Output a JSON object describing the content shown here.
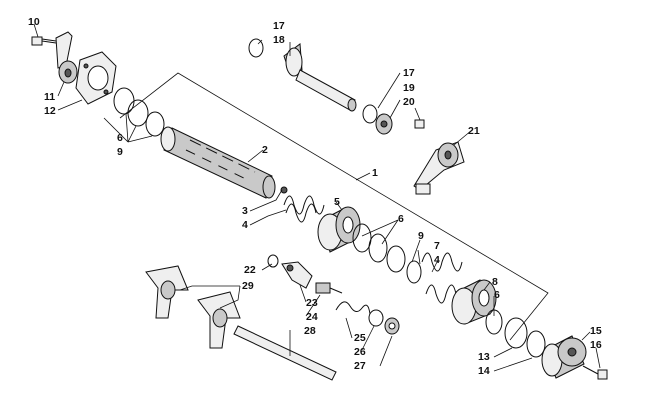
{
  "callouts": [
    {
      "id": "c10",
      "text": "10"
    },
    {
      "id": "c17a",
      "text": "17"
    },
    {
      "id": "c18",
      "text": "18"
    },
    {
      "id": "c17b",
      "text": "17"
    },
    {
      "id": "c19",
      "text": "19"
    },
    {
      "id": "c20",
      "text": "20"
    },
    {
      "id": "c21",
      "text": "21"
    },
    {
      "id": "c11",
      "text": "11"
    },
    {
      "id": "c12",
      "text": "12"
    },
    {
      "id": "c6a",
      "text": "6"
    },
    {
      "id": "c9a",
      "text": "9"
    },
    {
      "id": "c2",
      "text": "2"
    },
    {
      "id": "c1",
      "text": "1"
    },
    {
      "id": "c3",
      "text": "3"
    },
    {
      "id": "c4a",
      "text": "4"
    },
    {
      "id": "c5",
      "text": "5"
    },
    {
      "id": "c6b",
      "text": "6"
    },
    {
      "id": "c9b",
      "text": "9"
    },
    {
      "id": "c7",
      "text": "7"
    },
    {
      "id": "c4b",
      "text": "4"
    },
    {
      "id": "c8",
      "text": "8"
    },
    {
      "id": "c6c",
      "text": "6"
    },
    {
      "id": "c22",
      "text": "22"
    },
    {
      "id": "c29",
      "text": "29"
    },
    {
      "id": "c23",
      "text": "23"
    },
    {
      "id": "c24",
      "text": "24"
    },
    {
      "id": "c28",
      "text": "28"
    },
    {
      "id": "c25",
      "text": "25"
    },
    {
      "id": "c26",
      "text": "26"
    },
    {
      "id": "c27",
      "text": "27"
    },
    {
      "id": "c13",
      "text": "13"
    },
    {
      "id": "c14",
      "text": "14"
    },
    {
      "id": "c15",
      "text": "15"
    },
    {
      "id": "c16",
      "text": "16"
    }
  ]
}
